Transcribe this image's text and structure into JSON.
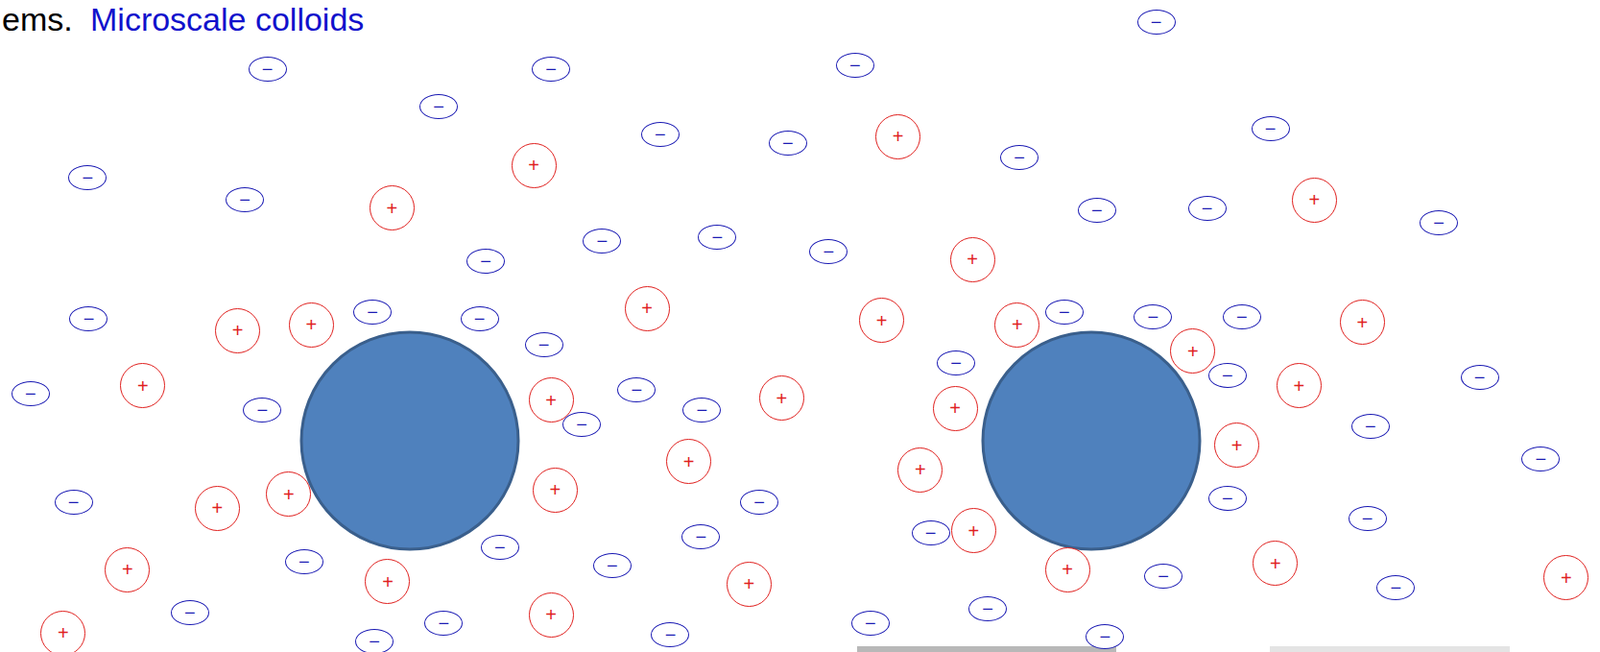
{
  "diagram": {
    "nodes": [
      {
        "text": [
          "−"
        ]
      },
      {
        "text": [
          "−"
        ]
      },
      {
        "text": [
          "−"
        ]
      },
      {
        "text": [
          "−"
        ]
      },
      {
        "text": [
          "−"
        ]
      },
      {
        "text": [
          "−"
        ]
      },
      {
        "text": [
          "−"
        ]
      },
      {
        "text": [
          "+"
        ]
      },
      {
        "text": [
          "−"
        ]
      },
      {
        "text": [
          "−"
        ]
      },
      {
        "text": [
          "+"
        ]
      },
      {
        "text": [
          "−"
        ]
      },
      {
        "text": [
          "+"
        ]
      },
      {
        "text": [
          "−"
        ]
      },
      {
        "text": [
          "+"
        ]
      },
      {
        "text": [
          "−"
        ]
      },
      {
        "text": [
          "−"
        ]
      },
      {
        "text": [
          "−"
        ]
      },
      {
        "text": [
          "−"
        ]
      },
      {
        "text": [
          "−"
        ]
      },
      {
        "text": [
          "−"
        ]
      },
      {
        "text": [
          "+"
        ]
      },
      {
        "text": [
          "−"
        ]
      },
      {
        "text": [
          "+"
        ]
      },
      {
        "text": [
          "−"
        ]
      },
      {
        "text": [
          "−"
        ]
      },
      {
        "text": [
          "−"
        ]
      },
      {
        "text": [
          "−"
        ]
      },
      {
        "text": [
          "−"
        ]
      },
      {
        "text": [
          "−"
        ]
      },
      {
        "text": [
          "+"
        ]
      },
      {
        "text": [
          "+"
        ]
      },
      {
        "text": [
          "+"
        ]
      },
      {
        "text": [
          "+"
        ]
      },
      {
        "text": [
          "+"
        ]
      },
      {
        "text": [
          "−"
        ]
      },
      {
        "text": [
          "+"
        ]
      },
      {
        "text": [
          "−"
        ]
      },
      {
        "text": [
          "−"
        ]
      },
      {
        "text": [
          "−"
        ]
      },
      {
        "text": [
          "+"
        ]
      },
      {
        "text": [
          "+"
        ]
      },
      {
        "text": [
          "−"
        ]
      },
      {
        "text": [
          "−"
        ]
      },
      {
        "text": [
          "+"
        ]
      },
      {
        "text": [
          "+"
        ]
      },
      {
        "text": [
          "+"
        ]
      },
      {
        "text": [
          "−"
        ]
      },
      {
        "text": [
          "−"
        ]
      },
      {
        "text": [
          "−"
        ]
      },
      {
        "text": [
          "−"
        ]
      },
      {
        "text": [
          "+"
        ]
      },
      {
        "text": [
          "−"
        ]
      },
      {
        "text": [
          "+"
        ]
      },
      {
        "text": [
          "+"
        ]
      },
      {
        "text": [
          "+"
        ]
      },
      {
        "text": [
          "+"
        ]
      },
      {
        "text": [
          "−"
        ]
      },
      {
        "text": [
          "−"
        ]
      },
      {
        "text": [
          "−"
        ]
      },
      {
        "text": [
          "+"
        ]
      },
      {
        "text": [
          "−"
        ]
      },
      {
        "text": [
          "+"
        ]
      },
      {
        "text": [
          "−"
        ]
      },
      {
        "text": [
          "−"
        ]
      },
      {
        "text": [
          "−"
        ]
      },
      {
        "text": [
          "−"
        ]
      },
      {
        "text": [
          "+"
        ]
      },
      {
        "text": [
          "−"
        ]
      },
      {
        "text": [
          "+"
        ]
      },
      {
        "text": [
          "+"
        ]
      },
      {
        "text": [
          "−"
        ]
      },
      {
        "text": [
          "+"
        ]
      },
      {
        "text": [
          "+"
        ]
      },
      {
        "text": [
          "+"
        ]
      },
      {
        "text": [
          "−"
        ]
      },
      {
        "text": [
          "−"
        ]
      },
      {
        "text": [
          "−"
        ]
      },
      {
        "text": [
          "+"
        ]
      },
      {
        "text": [
          "−"
        ]
      },
      {
        "text": [
          "−"
        ]
      },
      {
        "text": [
          "+"
        ]
      },
      {
        "text": [
          "−"
        ]
      },
      {
        "text": [
          "−"
        ]
      },
      {
        "text": [
          "−"
        ]
      }
    ],
    "labels": [
      "ems.",
      "Microscale colloids"
    ]
  }
}
